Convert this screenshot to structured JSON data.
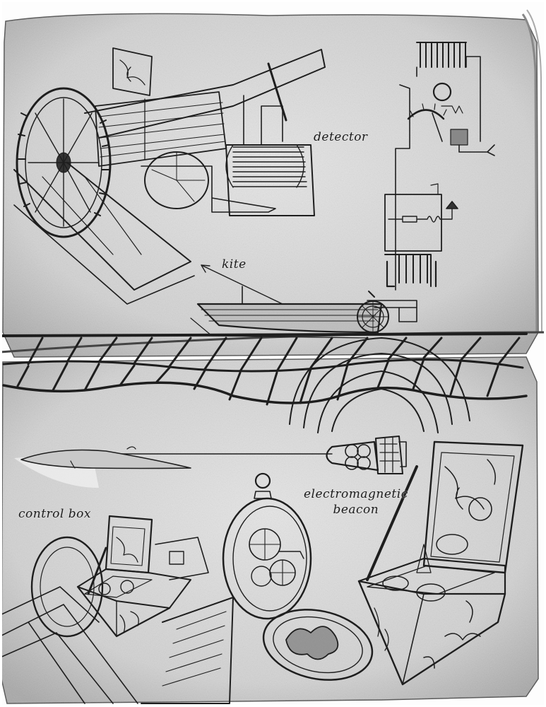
{
  "labels": {
    "detector": "detector",
    "kite": "kite",
    "beacon_line1": "electromagnetic",
    "beacon_line2": "beacon",
    "control_box": "control box"
  },
  "colors": {
    "paper": "#dcdcdc",
    "paper_dark": "#b5b5b5",
    "ink": "#1e1e1e",
    "water_line": "#222222"
  }
}
